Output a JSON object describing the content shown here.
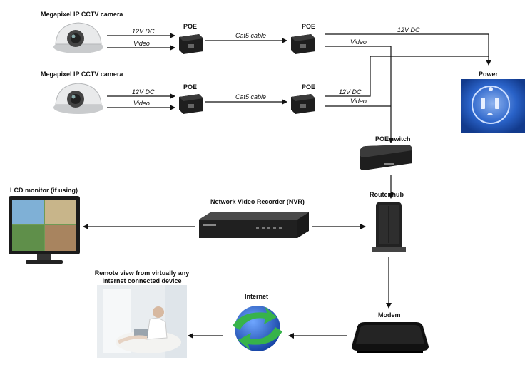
{
  "camera_label": "Megapixel IP  CCTV camera",
  "poe_label": "POE",
  "dc_label": "12V DC",
  "video_label": "Video",
  "cable_label": "Cat5 cable",
  "power_label": "Power",
  "switch_label": "POE switch",
  "router_label": "Router/hub",
  "nvr_label": "Network Video Recorder (NVR)",
  "monitor_label": "LCD monitor (if using)",
  "remote_label_1": "Remote view from virtually any",
  "remote_label_2": "internet connected device",
  "internet_label": "Internet",
  "modem_label": "Modem",
  "colors": {
    "wire": "#111111",
    "device": "#1e1e1e",
    "globe_blue": "#1f5fd1",
    "globe_green": "#37b34a",
    "power_blue": "#2a63c9"
  }
}
